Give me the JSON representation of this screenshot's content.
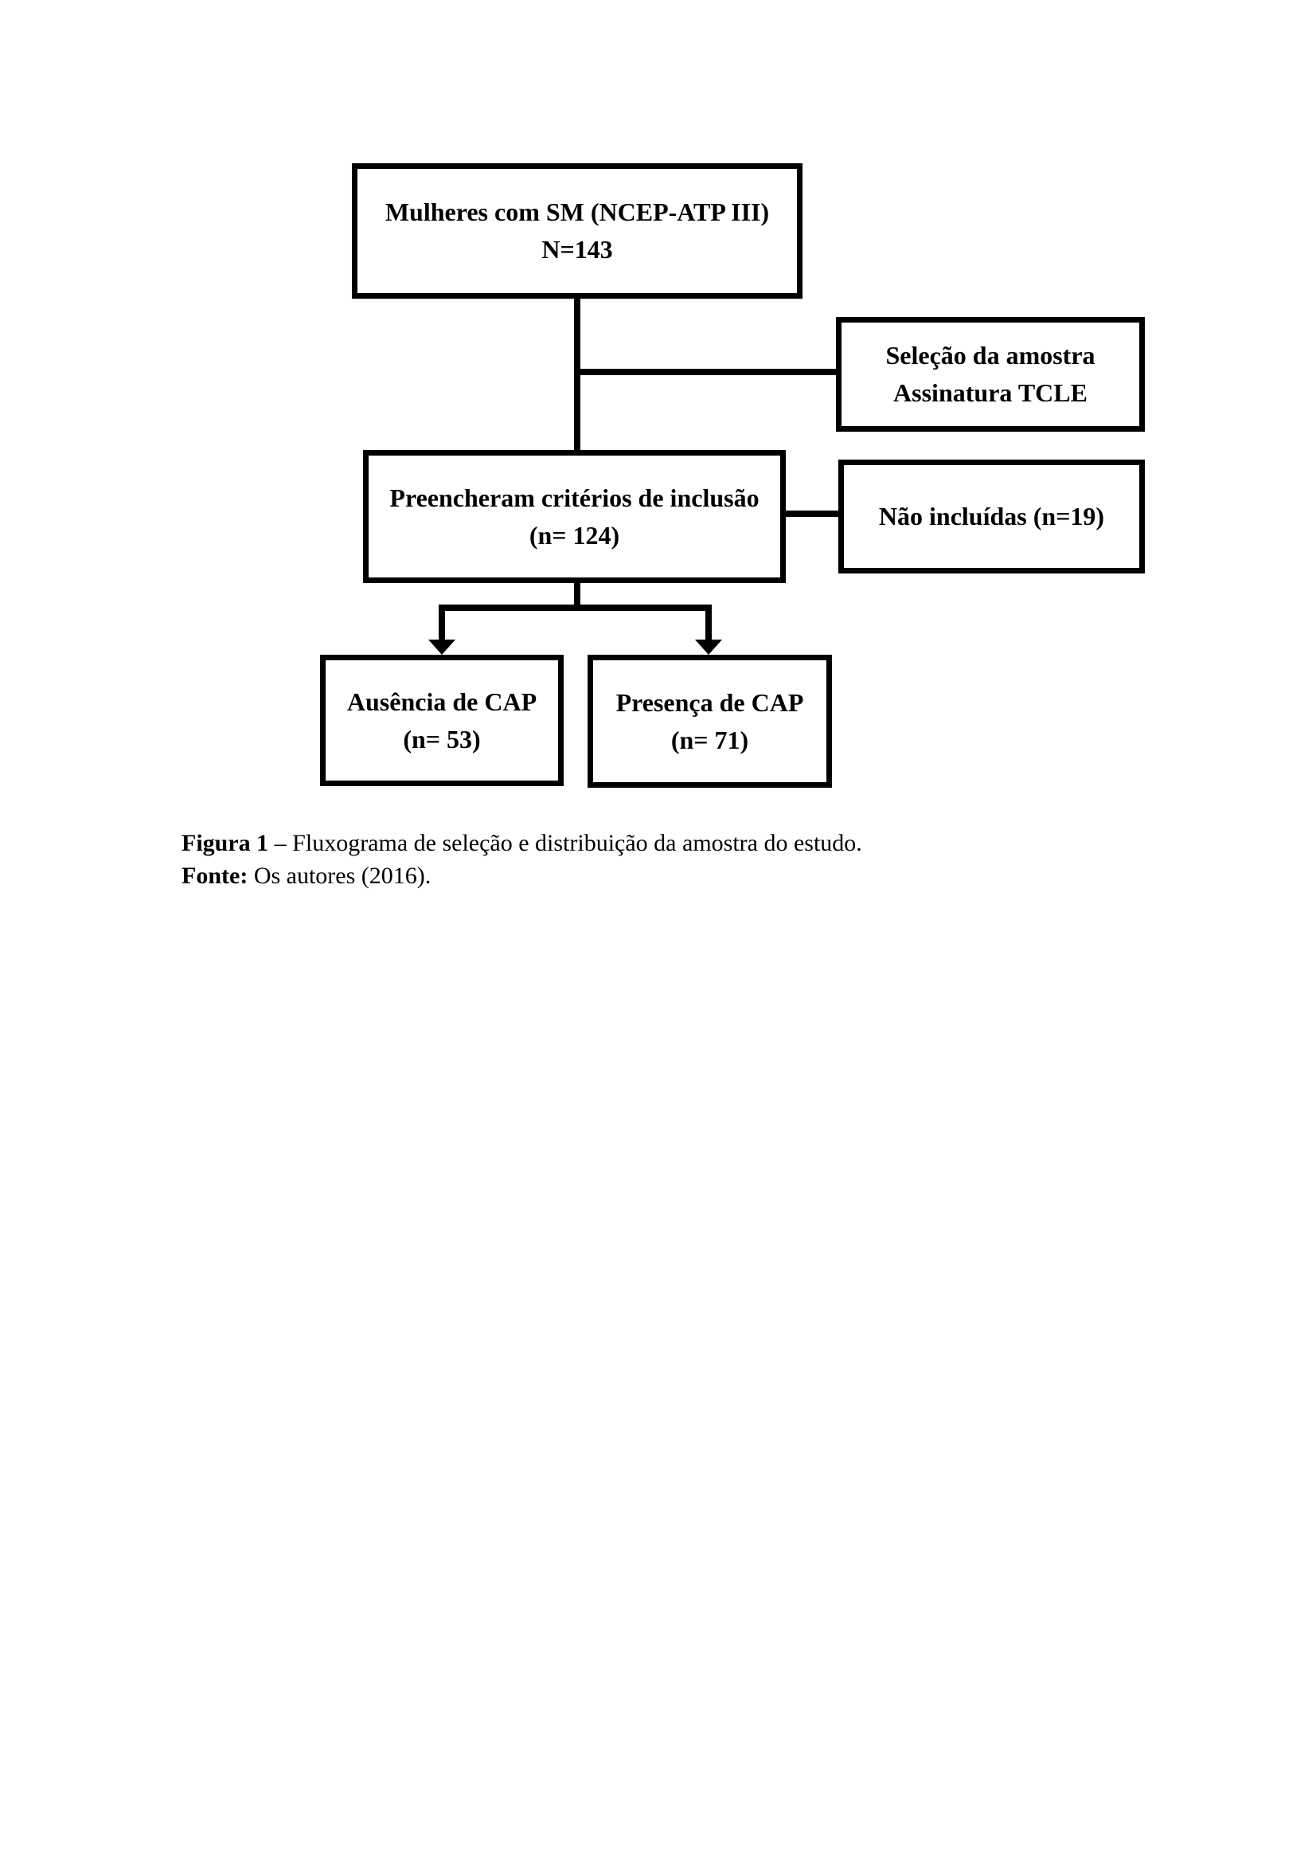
{
  "figure": {
    "nodes": {
      "mulheres": {
        "line1": "Mulheres com SM (NCEP-ATP III)",
        "line2": "N=143"
      },
      "selecao": {
        "line1": "Seleção da amostra",
        "line2": "Assinatura TCLE"
      },
      "criterios": {
        "line1": "Preencheram critérios de inclusão",
        "line2": "(n= 124)"
      },
      "nao_incluidas": {
        "line1": "Não incluídas (n=19)"
      },
      "ausencia": {
        "line1": "Ausência de CAP",
        "line2": "(n= 53)"
      },
      "presenca": {
        "line1": "Presença de CAP",
        "line2": "(n= 71)"
      }
    },
    "caption": {
      "figure_label": "Figura 1",
      "figure_text": " – Fluxograma de seleção e distribuição da amostra do estudo.",
      "source_label": "Fonte:",
      "source_text": " Os autores (2016)."
    },
    "colors": {
      "line": "#000000",
      "text": "#000000",
      "background": "#ffffff"
    }
  }
}
